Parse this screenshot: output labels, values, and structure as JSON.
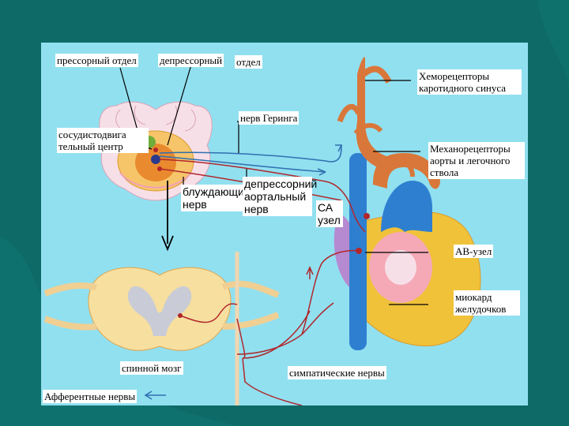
{
  "labels": {
    "pressor": "прессорный отдел",
    "depressor_a": "депрессорный",
    "depressor_b": "отдел",
    "chemo_1": "Хеморецепторы",
    "chemo_2": "каротидного синуса",
    "hering": "нерв Геринга",
    "vaso_1": "сосудистодвига",
    "vaso_2": "тельный центр",
    "mechano_1": "Механорецепторы",
    "mechano_2": "аорты и легочного",
    "mechano_3": "ствола",
    "vagus_1": "блуждающий",
    "vagus_2": "нерв",
    "depr_aortic_1": "депрессорний",
    "depr_aortic_2": "аортальный",
    "depr_aortic_3": "нерв",
    "sa_1": "СА",
    "sa_2": "узел",
    "av": "АВ-узел",
    "myo_1": "миокард",
    "myo_2": "желудочков",
    "spinal": "спинной мозг",
    "sympathetic": "симпатические нервы",
    "afferent": "Афферентные нервы"
  },
  "colors": {
    "background": "#0e6a67",
    "panel": "#91e0f0",
    "efferent_nerve": "#b0272b",
    "afferent_nerve": "#2f6fb0",
    "aorta": "#d9773a",
    "vena_cava": "#2f7fd0",
    "ventricle": "#f0c23a",
    "atrium": "#b58ad0"
  }
}
